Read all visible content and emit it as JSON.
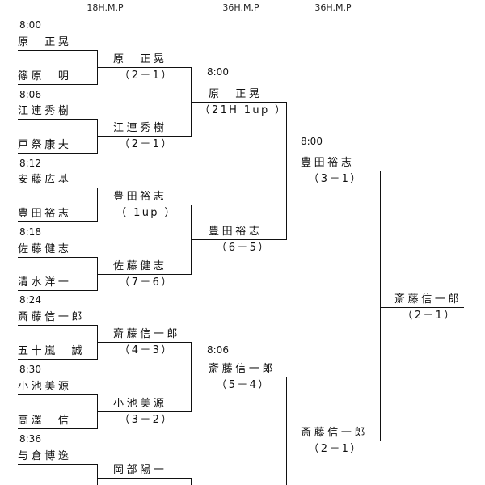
{
  "headers": [
    "18H.M.P",
    "36H.M.P",
    "36H.M.P"
  ],
  "round1": [
    {
      "time": "8:00",
      "players": [
        "原　正晃",
        "篠原　明"
      ]
    },
    {
      "time": "8:06",
      "players": [
        "江連秀樹",
        "戸祭康夫"
      ]
    },
    {
      "time": "8:12",
      "players": [
        "安藤広基",
        "豊田裕志"
      ]
    },
    {
      "time": "8:18",
      "players": [
        "佐藤健志",
        "清水洋一"
      ]
    },
    {
      "time": "8:24",
      "players": [
        "斎藤信一郎",
        "五十嵐　誠"
      ]
    },
    {
      "time": "8:30",
      "players": [
        "小池美源",
        "高澤　信"
      ]
    },
    {
      "time": "8:36",
      "players": [
        "与倉博逸"
      ]
    }
  ],
  "round2": [
    {
      "winner": "原　正晃",
      "score": "（2－1）"
    },
    {
      "winner": "江連秀樹",
      "score": "（2－1）"
    },
    {
      "winner": "豊田裕志",
      "score": "（ 1up ）"
    },
    {
      "winner": "佐藤健志",
      "score": "（7－6）"
    },
    {
      "winner": "斎藤信一郎",
      "score": "（4－3）"
    },
    {
      "winner": "小池美源",
      "score": "（3－2）"
    },
    {
      "winner": "岡部陽一",
      "score": ""
    }
  ],
  "round3": [
    {
      "time": "8:00",
      "winner": "原　正晃",
      "score": "（21H 1up ）"
    },
    {
      "time": "",
      "winner": "豊田裕志",
      "score": "（6－5）"
    },
    {
      "time": "8:06",
      "winner": "斎藤信一郎",
      "score": "（5－4）"
    }
  ],
  "round4": [
    {
      "time": "8:00",
      "winner": "豊田裕志",
      "score": "（3－1）"
    },
    {
      "time": "",
      "winner": "斎藤信一郎",
      "score": "（2－1）"
    }
  ],
  "final": {
    "winner": "斎藤信一郎",
    "score": "（2－1）"
  }
}
